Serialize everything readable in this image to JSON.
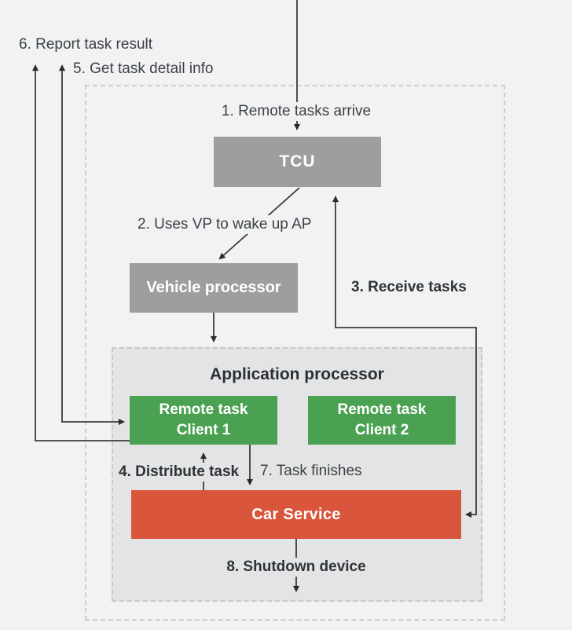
{
  "colors": {
    "page_bg": "#f1f2f3",
    "application_processor_fill": "#e3e4e5",
    "processor_gray": "#9d9ea0",
    "client_green": "#4ba152",
    "service_red": "#d9553c",
    "connector_line": "#3a3b3d",
    "label_text": "#3e4144",
    "node_text": "#ffffff"
  },
  "nodes": {
    "tcu": {
      "label": "TCU"
    },
    "vehicle_processor": {
      "label": "Vehicle processor"
    },
    "application_processor": {
      "label": "Application processor"
    },
    "remote_task_client_1": {
      "label": "Remote task\nClient  1"
    },
    "remote_task_client_2": {
      "label": "Remote task\nClient 2"
    },
    "car_service": {
      "label": "Car Service"
    }
  },
  "steps": {
    "s1": "1. Remote tasks arrive",
    "s2": "2. Uses VP to wake up AP",
    "s3": "3. Receive tasks",
    "s4": "4. Distribute task",
    "s5": "5. Get task detail info",
    "s6": "6. Report task result",
    "s7": "7. Task finishes",
    "s8": "8. Shutdown device"
  }
}
